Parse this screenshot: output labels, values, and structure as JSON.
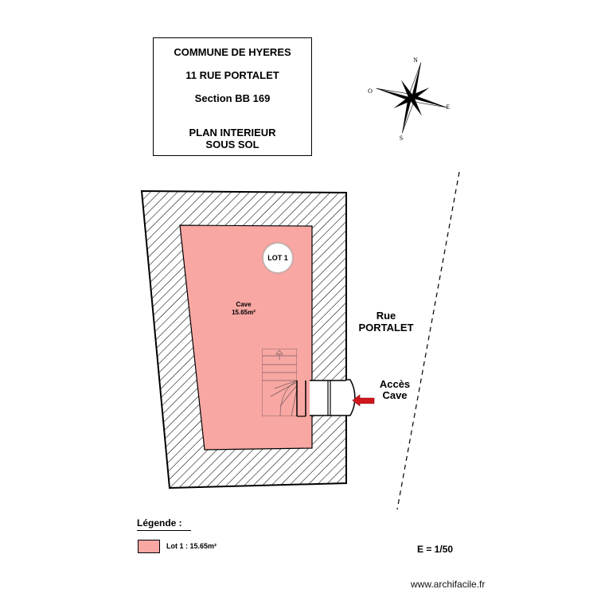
{
  "title_block": {
    "line1": "COMMUNE DE HYERES",
    "line2": "11 RUE PORTALET",
    "line3": "Section BB 169",
    "line4a": "PLAN INTERIEUR",
    "line4b": "SOUS SOL"
  },
  "compass": {
    "n": "N",
    "e": "E",
    "s": "S",
    "o": "O"
  },
  "room": {
    "name": "Cave",
    "area": "15.65m²"
  },
  "lot_badge": "LOT 1",
  "street": {
    "line1": "Rue",
    "line2": "PORTALET"
  },
  "access": {
    "line1": "Accès",
    "line2": "Cave"
  },
  "legend": {
    "title": "Légende :",
    "items": [
      {
        "label": "Lot 1 : 15.65m²",
        "color": "#f8a7a3"
      }
    ]
  },
  "scale": "E = 1/50",
  "watermark": "www.archifacile.fr",
  "colors": {
    "room_fill": "#f8a7a3",
    "arrow": "#d0161c",
    "wall_stroke": "#000000"
  }
}
